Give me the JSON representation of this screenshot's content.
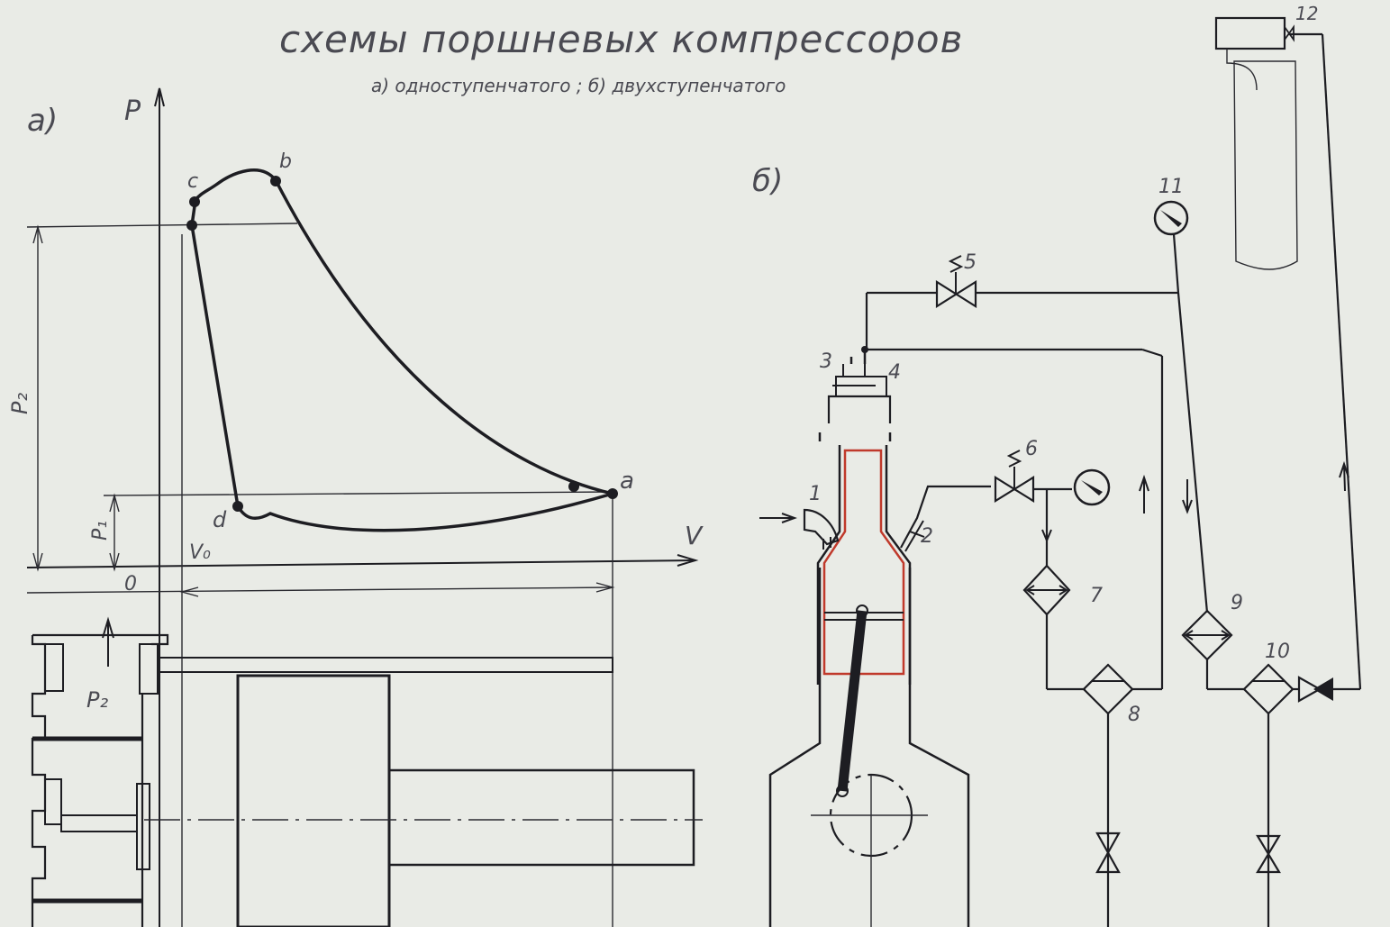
{
  "title": "схемы поршневых компрессоров",
  "subtitle": "а) одноступенчатого ;   б) двухступенчатого",
  "part_a": {
    "label": "а)",
    "axis_p": "P",
    "axis_v": "V",
    "origin": "0",
    "v0": "V₀",
    "p1": "P₁",
    "p2": "P₂",
    "p2_cylinder": "P₂",
    "point_a": "a",
    "point_b": "b",
    "point_c": "c",
    "point_d": "d"
  },
  "part_b": {
    "label": "б)",
    "numbers": [
      "1",
      "2",
      "3",
      "4",
      "5",
      "6",
      "7",
      "8",
      "9",
      "10",
      "11",
      "12"
    ]
  },
  "colors": {
    "paper": "#e9ebe6",
    "ink": "#1d1d22",
    "pencil": "#4a4a52",
    "cylinder": "#c0392b"
  }
}
